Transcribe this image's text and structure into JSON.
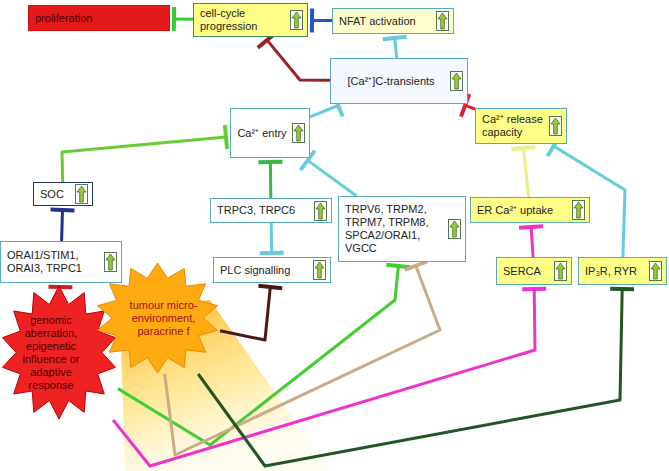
{
  "diagram": {
    "nodes": [
      {
        "text": [
          "proliferation"
        ]
      },
      {
        "text": [
          "cell-cycle progression"
        ]
      },
      {
        "text": [
          "NFAT activation"
        ]
      },
      {
        "text": [
          "[Ca²⁺]C-transients"
        ]
      },
      {
        "text": [
          "Ca²⁺ entry"
        ]
      },
      {
        "text": [
          "Ca²⁺ release capacity"
        ]
      },
      {
        "text": [
          "ER Ca²⁺ uptake"
        ]
      },
      {
        "text": [
          "SOC"
        ]
      },
      {
        "text": [
          "ORAI1/STIM1, ORAI3, TRPC1"
        ]
      },
      {
        "text": [
          "TRPC3, TRPC6"
        ]
      },
      {
        "text": [
          "PLC signalling"
        ]
      },
      {
        "text": [
          "TRPV6, TRPM2, TRPM7, TRPM8, SPCA2/ORAI1, VGCC"
        ]
      },
      {
        "text": [
          "SERCA"
        ]
      },
      {
        "text": [
          "IP₃R, RYR"
        ]
      },
      {
        "text": [
          "genomic aberration, epigenetic influence or adaptive response"
        ]
      },
      {
        "text": [
          "tumour micro-environment, paracrine f"
        ]
      }
    ],
    "edges": [
      {
        "from": 1,
        "to": 0,
        "arrow": "to"
      },
      {
        "from": 2,
        "to": 1,
        "arrow": "to"
      },
      {
        "from": 3,
        "to": 2,
        "arrow": "to"
      },
      {
        "from": 3,
        "to": 1,
        "arrow": "to"
      },
      {
        "from": 5,
        "to": 3,
        "arrow": "to"
      },
      {
        "from": 4,
        "to": 3,
        "arrow": "to"
      },
      {
        "from": 11,
        "to": 4,
        "arrow": "to"
      },
      {
        "from": 7,
        "to": 4,
        "arrow": "to"
      },
      {
        "from": 9,
        "to": 4,
        "arrow": "to"
      },
      {
        "from": 9,
        "to": 10,
        "arrow": "to"
      },
      {
        "from": 6,
        "to": 5,
        "arrow": "to"
      },
      {
        "from": 12,
        "to": 6,
        "arrow": "to"
      },
      {
        "from": 13,
        "to": 5,
        "arrow": "to"
      },
      {
        "from": 8,
        "to": 7,
        "arrow": "to"
      },
      {
        "from": 14,
        "to": 8,
        "arrow": "to"
      },
      {
        "from": 15,
        "to": 10,
        "arrow": "to"
      },
      {
        "from": 14,
        "to": 11,
        "arrow": "to"
      },
      {
        "from": 15,
        "to": 11,
        "arrow": "to"
      },
      {
        "from": 14,
        "to": 12,
        "arrow": "to"
      },
      {
        "from": 15,
        "to": 13,
        "arrow": "to"
      }
    ]
  }
}
